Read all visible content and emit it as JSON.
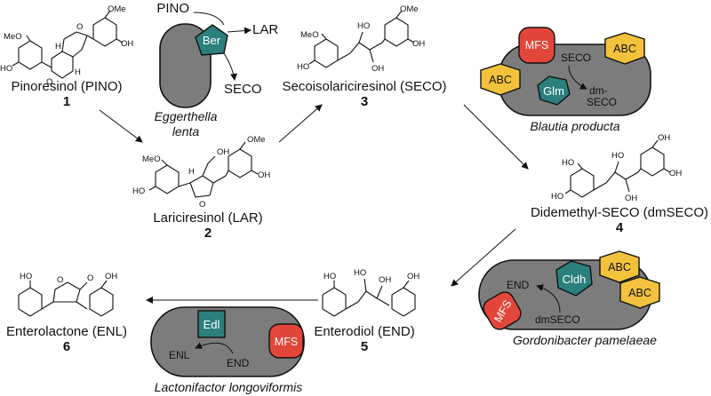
{
  "compounds": {
    "pino": {
      "name": "Pinoresinol (PINO)",
      "number": "1"
    },
    "lar": {
      "name": "Lariciresinol (LAR)",
      "number": "2"
    },
    "seco": {
      "name": "Secoisolariciresinol (SECO)",
      "number": "3"
    },
    "dmseco": {
      "name": "Didemethyl-SECO (dmSECO)",
      "number": "4"
    },
    "end": {
      "name": "Enterodiol (END)",
      "number": "5"
    },
    "enl": {
      "name": "Enterolactone (ENL)",
      "number": "6"
    }
  },
  "atoms": {
    "ome": "OMe",
    "meo": "MeO",
    "ho": "HO",
    "oh": "OH",
    "o": "O",
    "h": "H"
  },
  "organisms": {
    "eggerthella_1": "Eggerthella",
    "eggerthella_2": "lenta",
    "blautia": "Blautia producta",
    "gordonibacter": "Gordonibacter pamelaeae",
    "lactonifactor": "Lactonifactor longoviformis"
  },
  "enzymes": {
    "ber": "Ber",
    "glm": "Glm",
    "cldh": "Cldh",
    "edl": "Edl"
  },
  "transporters": {
    "mfs": "MFS",
    "abc": "ABC"
  },
  "reaction_labels": {
    "pino": "PINO",
    "lar": "LAR",
    "seco": "SECO",
    "dm_1": "dm-",
    "dm_2": "SECO",
    "end": "END",
    "dmseco": "dmSECO",
    "enl": "ENL"
  },
  "colors": {
    "cell": "#7c7c7c",
    "enzyme": "#2b7f7d",
    "mfs": "#e2463a",
    "abc": "#f2c23d"
  }
}
